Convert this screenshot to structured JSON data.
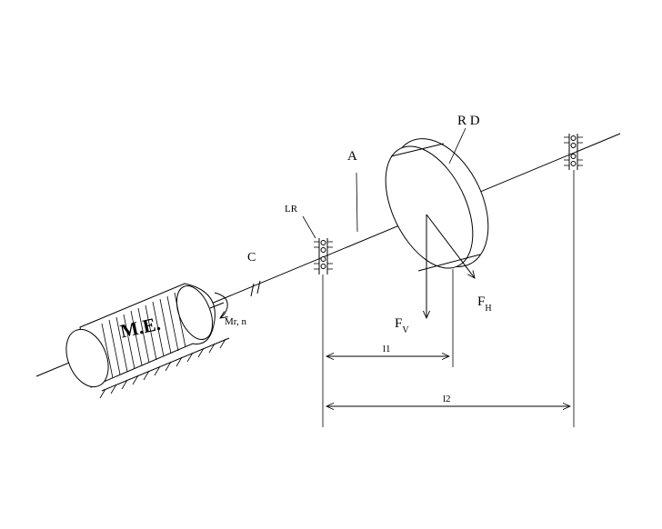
{
  "labels": {
    "motor": "M.E.",
    "torque": "Mr, n",
    "coupling": "C",
    "bearing": "LR",
    "shaft": "A",
    "disk": "R D",
    "force_v_main": "F",
    "force_v_sub": "V",
    "force_h_main": "F",
    "force_h_sub": "H",
    "dim_l1": "l1",
    "dim_l2": "l2"
  }
}
